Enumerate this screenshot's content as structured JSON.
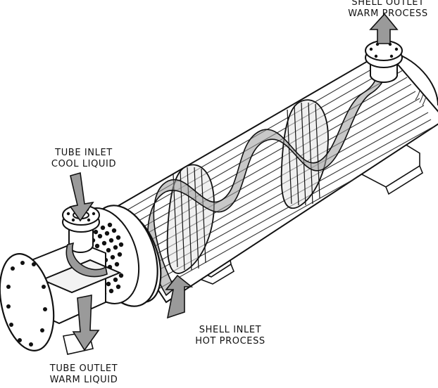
{
  "diagram": {
    "labels": {
      "shell_outlet": [
        "SHELL OUTLET",
        "WARM PROCESS"
      ],
      "tube_inlet": [
        "TUBE INLET",
        "COOL LIQUID"
      ],
      "shell_inlet": [
        "SHELL INLET",
        "HOT PROCESS"
      ],
      "tube_outlet": [
        "TUBE OUTLET",
        "WARM LIQUID"
      ]
    },
    "colors": {
      "outline": "#111111",
      "body_fill": "#ffffff",
      "flow_arrow_fill": "#9a9a9a",
      "baffle_fill": "#e4e4e4",
      "tube_line": "#333333"
    },
    "icons": [
      "flow-arrow-icon",
      "flange-icon",
      "tube-sheet-icon",
      "baffle-icon",
      "support-saddle-icon"
    ]
  }
}
